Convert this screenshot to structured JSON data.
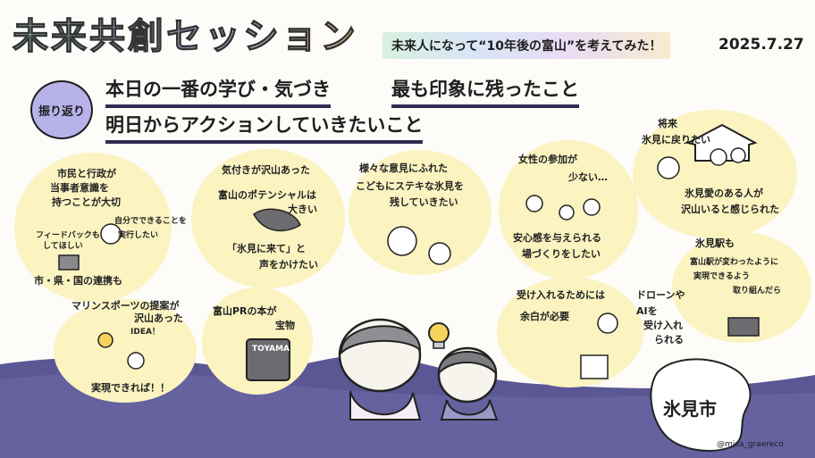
{
  "header": {
    "title": "未来共創セッション",
    "subtitle": "未来人になって“10年後の富山”を考えてみた！",
    "date": "2025.7.27"
  },
  "badge": "振り返り",
  "headings": [
    "本日の一番の学び・気づき",
    "最も印象に残ったこと",
    "明日からアクションしていきたいこと"
  ],
  "notes": {
    "n1": "市民と行政が",
    "n2": "当事者意識を",
    "n3": "持つことが大切",
    "n4": "自分でできることを",
    "n5": "実行したい",
    "n6": "フィードバックも",
    "n7": "してほしい",
    "n8": "市・県・国の連携も",
    "n9": "気付きが沢山あった",
    "n10": "富山のポテンシャルは",
    "n11": "大きい",
    "n12": "「氷見に来て」と",
    "n13": "声をかけたい",
    "n14": "様々な意見にふれた",
    "n15": "こどもにステキな氷見を",
    "n16": "残していきたい",
    "n17": "女性の参加が",
    "n18": "少ない…",
    "n19": "安心感を与えられる",
    "n20": "場づくりをしたい",
    "n21": "将来",
    "n22": "氷見に戻りたい",
    "n23": "氷見愛のある人が",
    "n24": "沢山いると感じられた",
    "n25": "マリンスポーツの提案が",
    "n26": "沢山あった",
    "n27": "IDEA！",
    "n28": "実現できれば！！",
    "n29": "富山PRの本が",
    "n30": "宝物",
    "n31": "TOYAMA",
    "n32": "受け入れるためには",
    "n33": "余白が必要",
    "n34": "ドローンや",
    "n35": "AIを",
    "n36": "受け入れ",
    "n37": "られる",
    "n38": "氷見駅も",
    "n39": "富山駅が変わったように",
    "n40": "実現できるよう",
    "n41": "取り組んだら"
  },
  "map_label": "氷見市",
  "credit": "@misa_graereco"
}
